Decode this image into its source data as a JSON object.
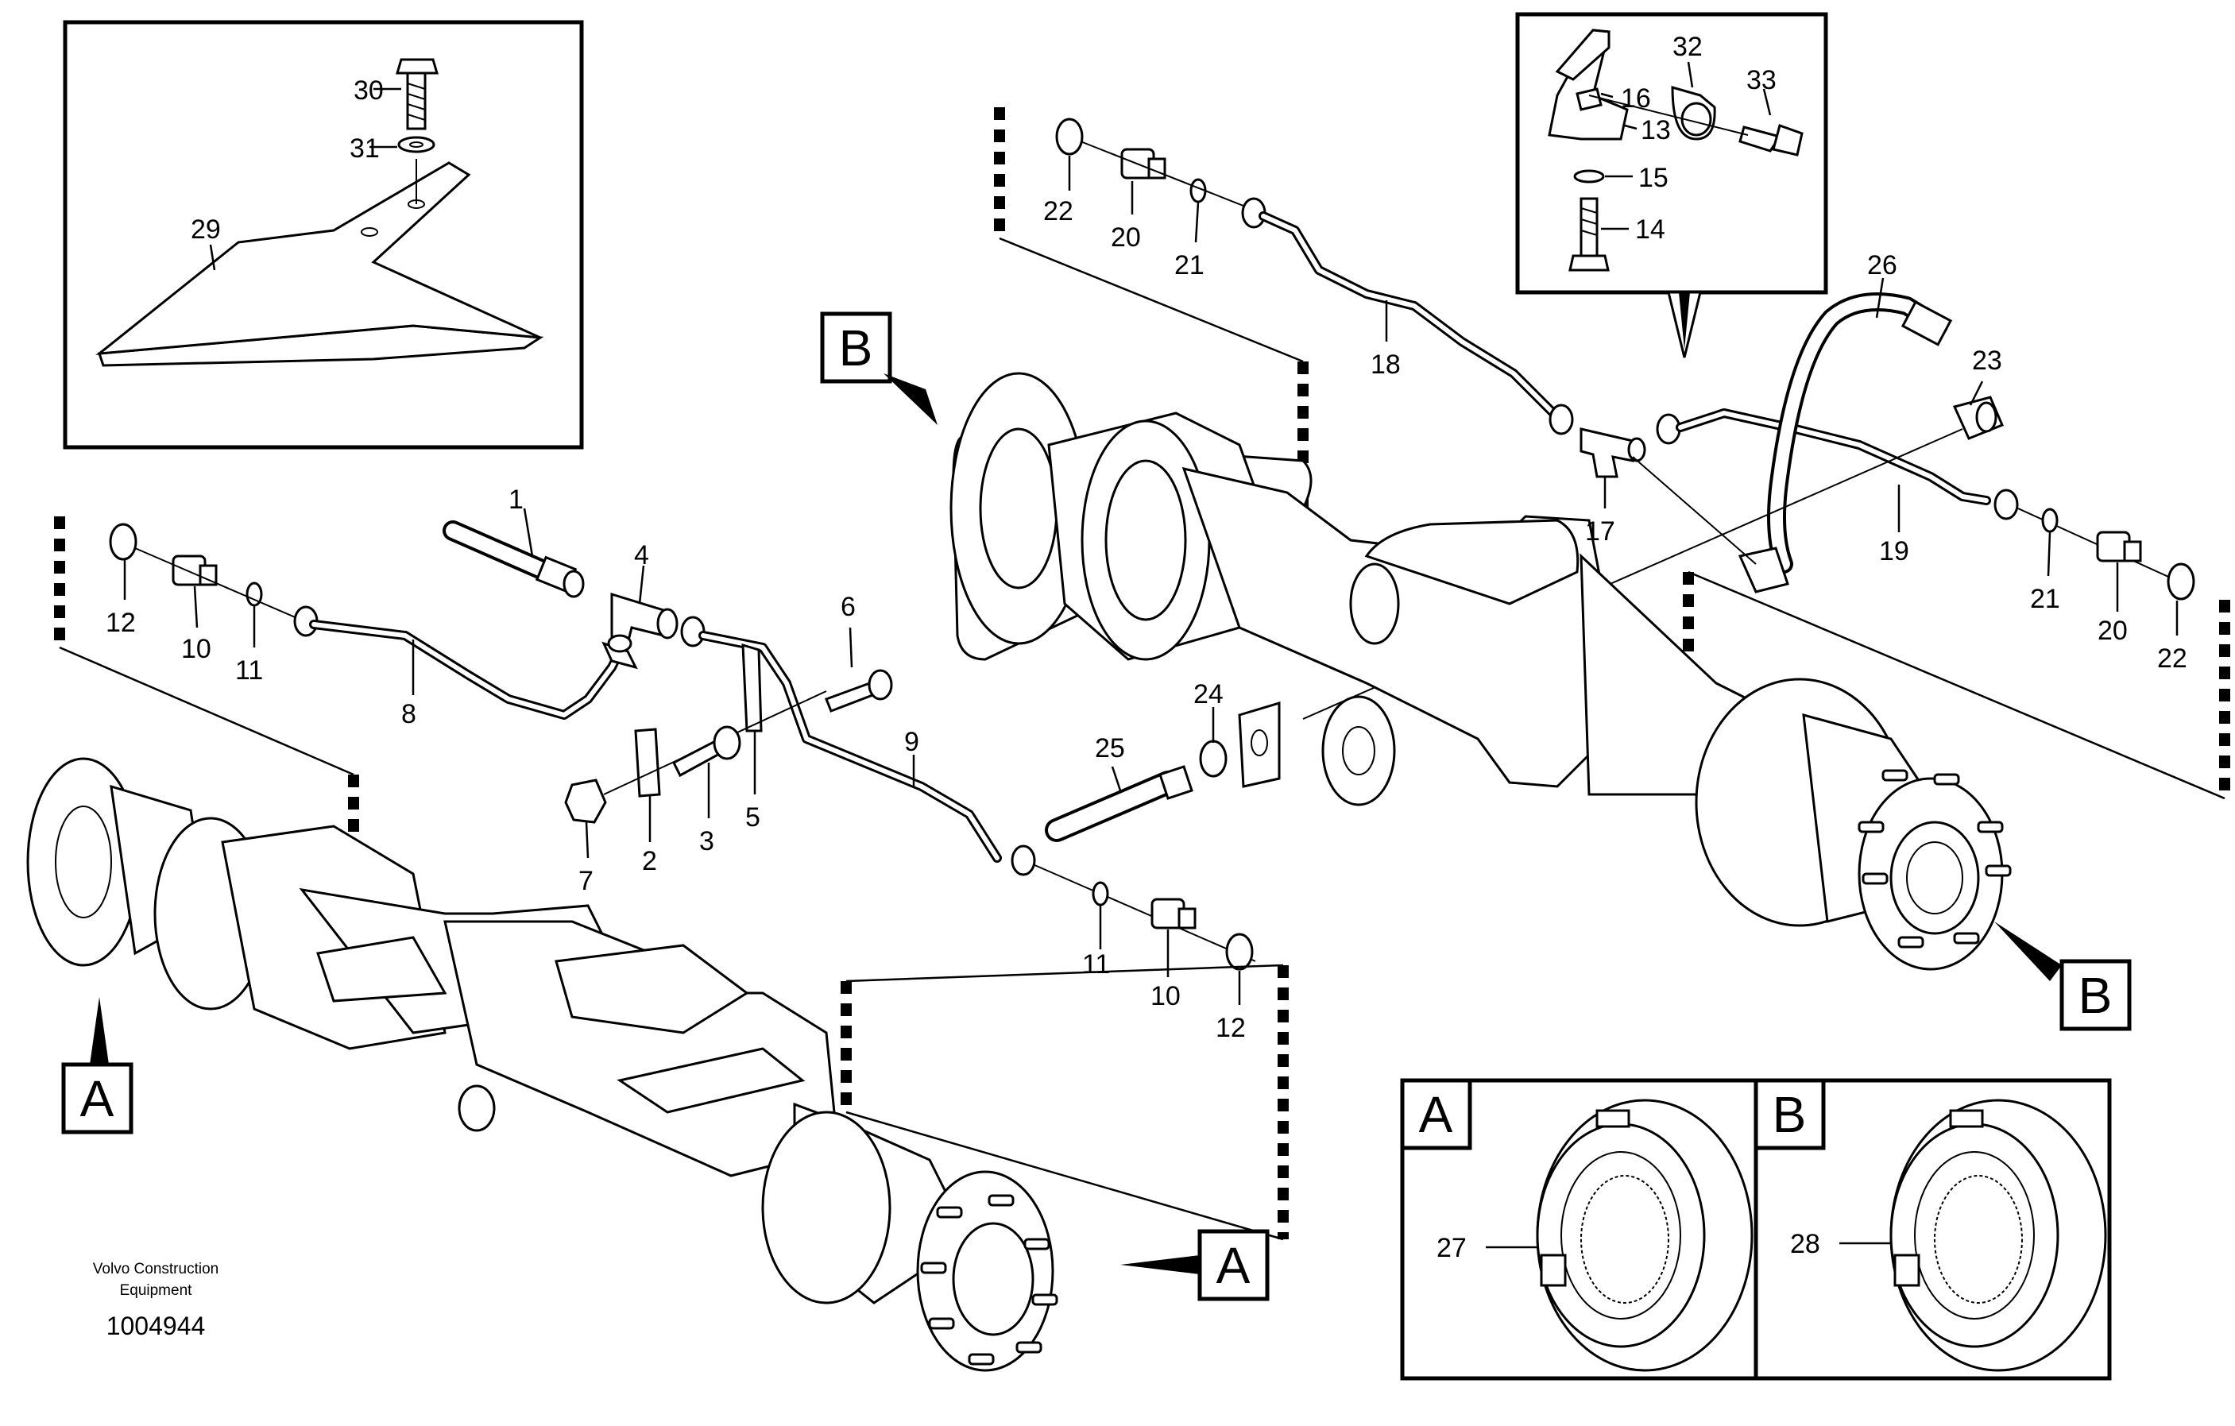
{
  "part_labels": {
    "l1": "1",
    "l2": "2",
    "l3": "3",
    "l4": "4",
    "l5": "5",
    "l6": "6",
    "l7": "7",
    "l8": "8",
    "l9": "9",
    "l10a": "10",
    "l10b": "10",
    "l11a": "11",
    "l11b": "11",
    "l12a": "12",
    "l12b": "12",
    "l13": "13",
    "l14": "14",
    "l15": "15",
    "l16": "16",
    "l17": "17",
    "l18": "18",
    "l19": "19",
    "l20a": "20",
    "l20b": "20",
    "l21a": "21",
    "l21b": "21",
    "l22a": "22",
    "l22b": "22",
    "l23": "23",
    "l24": "24",
    "l25": "25",
    "l26": "26",
    "l27": "27",
    "l28": "28",
    "l29": "29",
    "l30": "30",
    "l31": "31",
    "l32": "32",
    "l33": "33"
  },
  "callouts": {
    "a_left": "A",
    "a_right": "A",
    "b_top": "B",
    "b_right": "B",
    "a_detail": "A",
    "b_detail": "B"
  },
  "credit": {
    "line1": "Volvo Construction",
    "line2": "Equipment"
  },
  "drawing_number": "1004944"
}
